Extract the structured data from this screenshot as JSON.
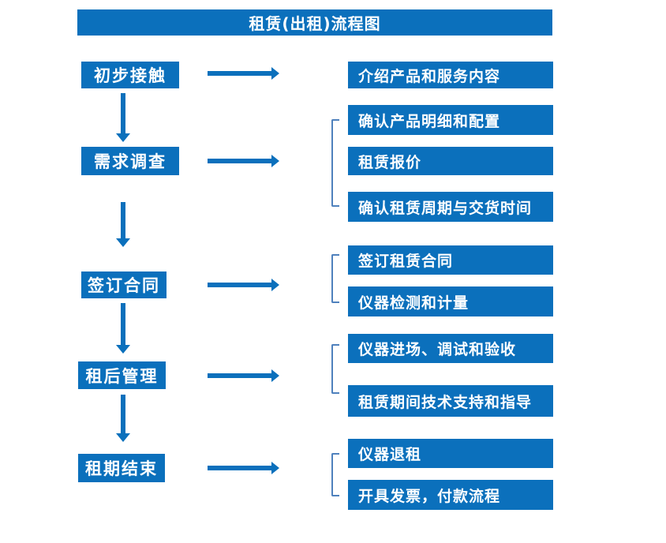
{
  "title": "租赁(出租)流程图",
  "colors": {
    "box_blue": "#0b70bc",
    "bracket_blue": "#4f81bd",
    "text_white": "#ffffff",
    "background": "#ffffff"
  },
  "rows": [
    {
      "stage": "初步接触",
      "details": [
        "介绍产品和服务内容"
      ]
    },
    {
      "stage": "需求调查",
      "details": [
        "确认产品明细和配置",
        "租赁报价",
        "确认租赁周期与交货时间"
      ]
    },
    {
      "stage": "签订合同",
      "details": [
        "签订租赁合同",
        "仪器检测和计量"
      ]
    },
    {
      "stage": "租后管理",
      "details": [
        "仪器进场、调试和验收",
        "租赁期间技术支持和指导"
      ]
    },
    {
      "stage": "租期结束",
      "details": [
        "仪器退租",
        "开具发票，付款流程"
      ]
    }
  ]
}
